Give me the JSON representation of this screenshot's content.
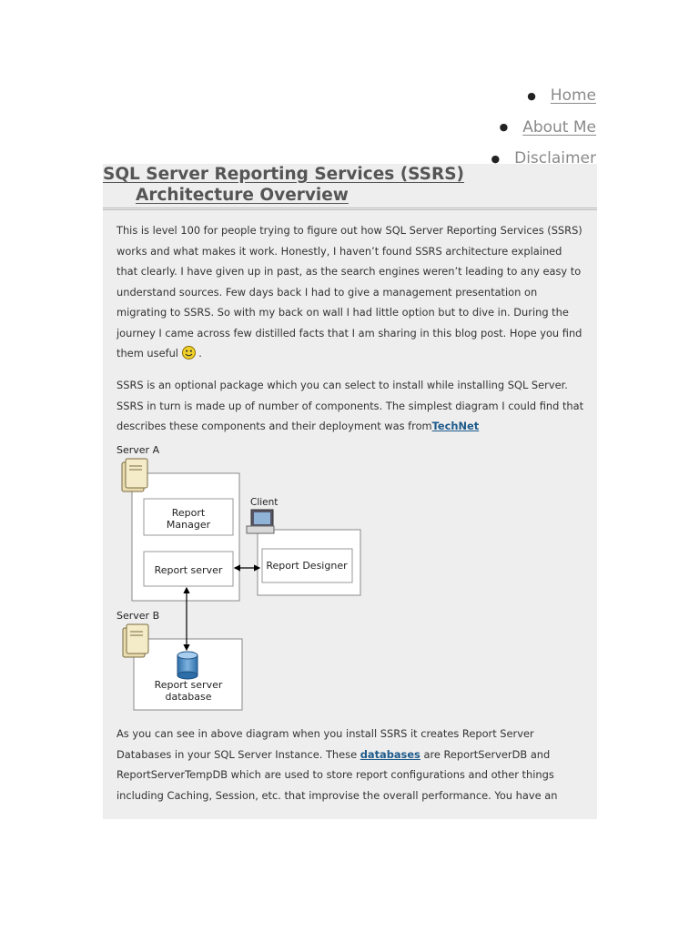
{
  "nav": {
    "items": [
      {
        "label": "Home"
      },
      {
        "label": "About Me"
      },
      {
        "label": "Disclaimer"
      }
    ]
  },
  "post": {
    "title_line1": "SQL Server Reporting Services (SSRS)",
    "title_line2": "Architecture Overview",
    "para1": "This is level 100 for people trying to figure out how SQL Server Reporting Services (SSRS) works and what makes it work. Honestly, I haven’t found SSRS architecture explained that clearly. I have given up in past, as the search engines weren’t leading to any easy to understand sources. Few days back I had to give a management presentation on migrating to SSRS. So with my back on wall I had little option but to dive in. During the journey I came across few distilled facts that I am sharing in this blog post. Hope you find them useful",
    "para1_end": ".",
    "para2": "SSRS is an optional package which you can select to install while installing SQL Server. SSRS in turn is made up of number of components. The simplest diagram I could find that describes these components and their deployment was from",
    "para2_link": "TechNet",
    "para3_a": "As you can see in above diagram when you install SSRS it creates Report Server Databases in your SQL Server Instance. These ",
    "para3_link": "databases",
    "para3_b": " are ReportServerDB and ReportServerTempDB which are used to store report configurations and other things including Caching, Session, etc. that improvise the overall performance. You have an"
  },
  "diagram": {
    "server_a": "Server A",
    "server_b": "Server B",
    "client": "Client",
    "report_manager_1": "Report",
    "report_manager_2": "Manager",
    "report_server": "Report server",
    "report_designer": "Report Designer",
    "db_1": "Report server",
    "db_2": "database"
  },
  "icons": {
    "smiley": "smiley-face-icon",
    "server": "server-tower-icon",
    "client": "client-computer-icon",
    "database": "database-cylinder-icon"
  }
}
